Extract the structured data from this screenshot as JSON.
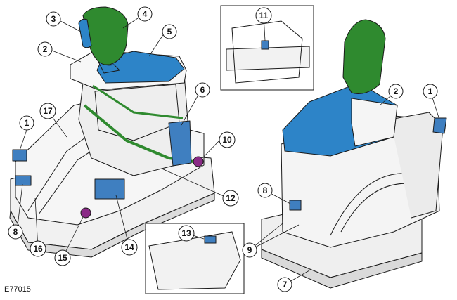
{
  "figure": {
    "id_label": "E77015",
    "colors": {
      "knob_green": "#2f8a2f",
      "bezel_blue": "#2d84c8",
      "bracket_blue": "#3f7fc0",
      "mount_purple": "#8a2a86",
      "line": "#1a1a1a",
      "body_fill": "#f3f3f3"
    }
  },
  "callouts": [
    {
      "id": "c1a",
      "label": "1"
    },
    {
      "id": "c2a",
      "label": "2"
    },
    {
      "id": "c3",
      "label": "3"
    },
    {
      "id": "c4",
      "label": "4"
    },
    {
      "id": "c5",
      "label": "5"
    },
    {
      "id": "c6",
      "label": "6"
    },
    {
      "id": "c7",
      "label": "7"
    },
    {
      "id": "c8a",
      "label": "8"
    },
    {
      "id": "c9",
      "label": "9"
    },
    {
      "id": "c10",
      "label": "10"
    },
    {
      "id": "c11",
      "label": "11"
    },
    {
      "id": "c12",
      "label": "12"
    },
    {
      "id": "c13",
      "label": "13"
    },
    {
      "id": "c14",
      "label": "14"
    },
    {
      "id": "c15",
      "label": "15"
    },
    {
      "id": "c16",
      "label": "16"
    },
    {
      "id": "c17",
      "label": "17"
    },
    {
      "id": "c1b",
      "label": "1"
    },
    {
      "id": "c2b",
      "label": "2"
    },
    {
      "id": "c8b",
      "label": "8"
    }
  ]
}
